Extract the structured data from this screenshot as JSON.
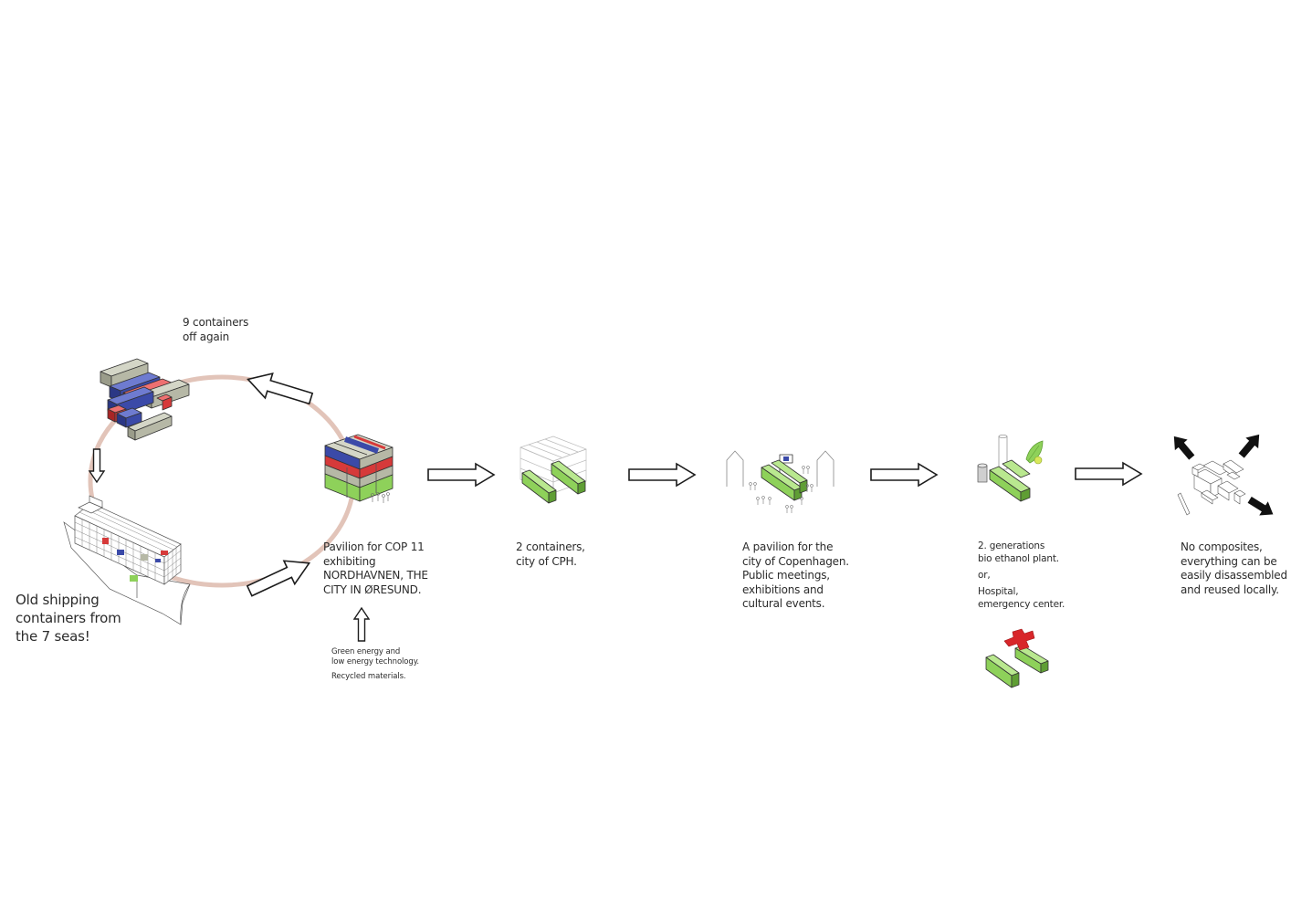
{
  "colors": {
    "cycle_ring": "#e2c4b9",
    "container_green": "#8ed15a",
    "container_green_dark": "#5f9e34",
    "container_red": "#d63a3a",
    "container_blue": "#3b4aa8",
    "container_grey": "#b6b8a6",
    "cross_red": "#d8262a",
    "arrow_outline": "#1c1c1c",
    "arrow_solid": "#111111"
  },
  "labels": {
    "ship": [
      "Old shipping",
      "containers from",
      "the 7 seas!"
    ],
    "off_again": [
      "9 containers",
      "off again"
    ],
    "pavilion": [
      "Pavilion for COP 11",
      "exhibiting",
      "NORDHAVNEN, THE",
      "CITY IN ØRESUND."
    ],
    "green_energy": [
      "Green energy and",
      "low energy technology."
    ],
    "recycled": "Recycled materials.",
    "two_containers": [
      "2 containers,",
      "city of CPH."
    ],
    "copenhagen": [
      "A pavilion for the",
      "city of Copenhagen.",
      "Public meetings,",
      "exhibitions and",
      "cultural events."
    ],
    "generations": [
      "2. generations",
      "bio ethanol plant."
    ],
    "or": "or,",
    "hospital": [
      "Hospital,",
      "emergency center."
    ],
    "composites": [
      "No composites,",
      "everything can be",
      "easily disassembled",
      "and reused locally."
    ]
  },
  "icons": [
    "cycle-ring-icon",
    "container-stack-icon",
    "container-ship-icon",
    "pavilion-cube-icon",
    "two-containers-icon",
    "city-pavilion-icon",
    "bio-ethanol-plant-icon",
    "leaf-icon",
    "hospital-cross-icon",
    "disassembly-icon",
    "outline-arrow-icon",
    "solid-arrow-icon"
  ]
}
